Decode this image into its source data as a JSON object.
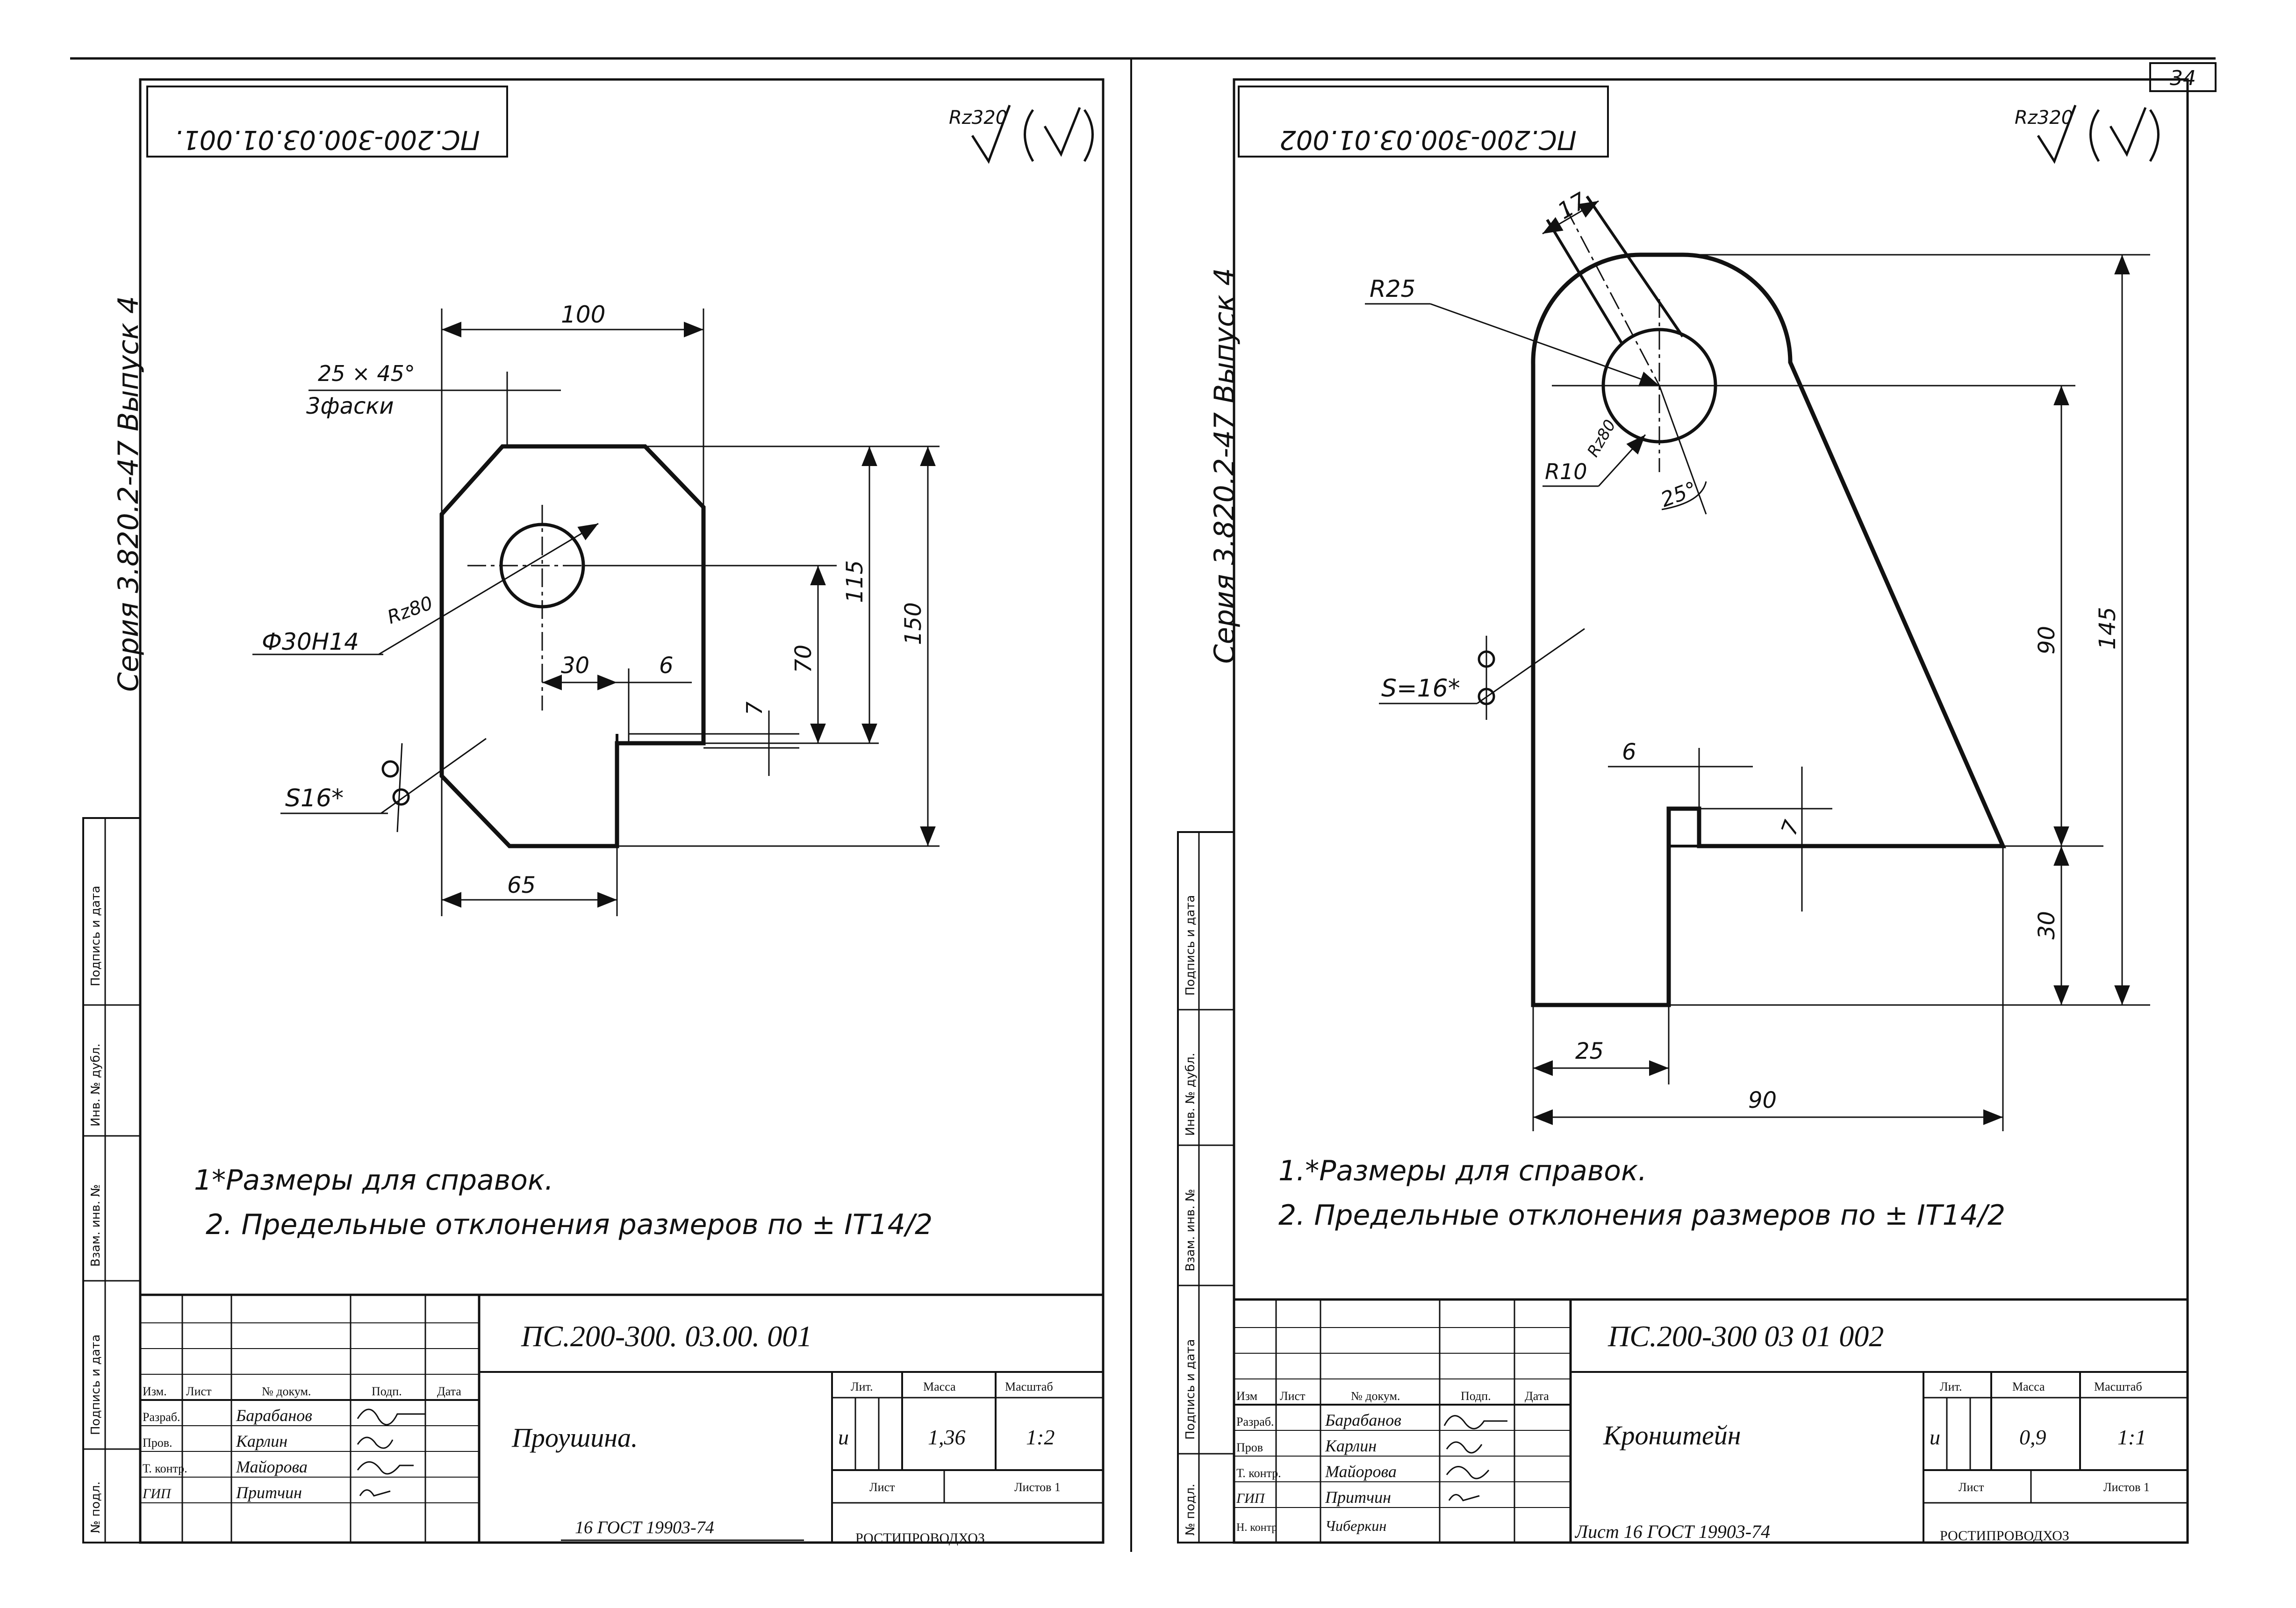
{
  "page_number": "34",
  "left_sheet": {
    "designation_rotated": "ПС.200-300.03.01.001.",
    "designation_title": "ПС.200-300. 03.00. 001",
    "roughness": "Rz320",
    "series": "Серия 3.820.2-47 Выпуск 4",
    "dims": {
      "width_top": "100",
      "chamfer": "25 × 45°",
      "chamfer_note": "3фаски",
      "hole": "Ф30Н14",
      "hole_rough": "Rz80",
      "d30": "30",
      "d6": "6",
      "d7": "7",
      "d70": "70",
      "d115": "115",
      "d150": "150",
      "thickness": "S16*",
      "d65": "65"
    },
    "notes": [
      "1*Размеры для справок.",
      "2. Предельные отклонения размеров по ± IT14/2"
    ],
    "title_block": {
      "headers": [
        "Изм.",
        "Лист",
        "№ докум.",
        "Подп.",
        "Дата"
      ],
      "rows": [
        {
          "role": "Разраб.",
          "name": "Барабанов"
        },
        {
          "role": "Пров.",
          "name": "Карлин"
        },
        {
          "role": "Т. контр.",
          "name": "Майорова"
        },
        {
          "role": "ГИП",
          "name": "Притчин"
        }
      ],
      "part_name": "Проушина.",
      "lit_label": "Лит.",
      "lit_value": "и",
      "mass_label": "Масса",
      "mass_value": "1,36",
      "scale_label": "Масштаб",
      "scale_value": "1:2",
      "sheet_label": "Лист",
      "sheets_label": "Листов 1",
      "material": "16 ГОСТ 19903-74",
      "org": "РОСТИПРОВОДХОЗ"
    },
    "side_stamps": [
      "Подпись и дата",
      "Инв. № дубл.",
      "Взам. инв. №",
      "Подпись и дата",
      "№ подл."
    ]
  },
  "right_sheet": {
    "designation_rotated": "ПС.200-300.03.01.002",
    "designation_title": "ПС.200-300 03 01 002",
    "roughness": "Rz320",
    "series": "Серия 3.820.2-47 Выпуск 4",
    "dims": {
      "d17": "17",
      "r25": "R25",
      "r10": "R10",
      "hole_rough": "Rz80",
      "angle": "25°",
      "thickness": "S=16*",
      "d6": "6",
      "d7": "7",
      "d90v": "90",
      "d145": "145",
      "d30": "30",
      "d25": "25",
      "d90h": "90"
    },
    "notes": [
      "1.*Размеры для справок.",
      "2. Предельные отклонения размеров по ± IT14/2"
    ],
    "title_block": {
      "headers": [
        "Изм",
        "Лист",
        "№ докум.",
        "Подп.",
        "Дата"
      ],
      "rows": [
        {
          "role": "Разраб.",
          "name": "Барабанов"
        },
        {
          "role": "Пров",
          "name": "Карлин"
        },
        {
          "role": "Т. контр.",
          "name": "Майорова"
        },
        {
          "role": "ГИП",
          "name": "Притчин"
        },
        {
          "role": "Н. контр",
          "name": "Чиберкин"
        }
      ],
      "part_name": "Кронштейн",
      "lit_label": "Лит.",
      "lit_value": "и",
      "mass_label": "Масса",
      "mass_value": "0,9",
      "scale_label": "Масштаб",
      "scale_value": "1:1",
      "sheet_label": "Лист",
      "sheets_label": "Листов 1",
      "material": "Лист 16 ГОСТ 19903-74",
      "org": "РОСТИПРОВОДХОЗ"
    },
    "side_stamps": [
      "Подпись и дата",
      "Инв. № дубл.",
      "Взам. инв. №",
      "Подпись и дата",
      "№ подл."
    ]
  }
}
